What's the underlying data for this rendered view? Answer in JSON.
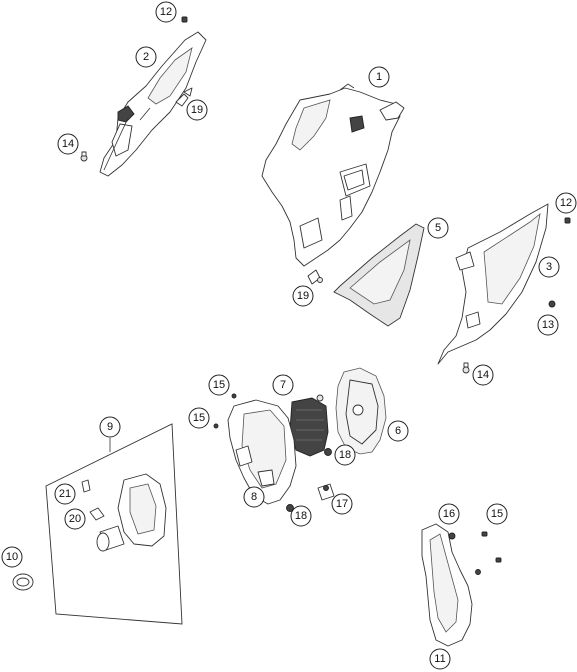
{
  "diagram": {
    "callouts": [
      {
        "id": "c12a",
        "label": "12"
      },
      {
        "id": "c2",
        "label": "2"
      },
      {
        "id": "c19a",
        "label": "19"
      },
      {
        "id": "c14a",
        "label": "14"
      },
      {
        "id": "c1",
        "label": "1"
      },
      {
        "id": "c12b",
        "label": "12"
      },
      {
        "id": "c5",
        "label": "5"
      },
      {
        "id": "c3",
        "label": "3"
      },
      {
        "id": "c19b",
        "label": "19"
      },
      {
        "id": "c13",
        "label": "13"
      },
      {
        "id": "c14b",
        "label": "14"
      },
      {
        "id": "c15a",
        "label": "15"
      },
      {
        "id": "c7",
        "label": "7"
      },
      {
        "id": "c15b",
        "label": "15"
      },
      {
        "id": "c6",
        "label": "6"
      },
      {
        "id": "c9",
        "label": "9"
      },
      {
        "id": "c18a",
        "label": "18"
      },
      {
        "id": "c21",
        "label": "21"
      },
      {
        "id": "c8",
        "label": "8"
      },
      {
        "id": "c17",
        "label": "17"
      },
      {
        "id": "c20",
        "label": "20"
      },
      {
        "id": "c18b",
        "label": "18"
      },
      {
        "id": "c16",
        "label": "16"
      },
      {
        "id": "c15c",
        "label": "15"
      },
      {
        "id": "c10",
        "label": "10"
      },
      {
        "id": "c11",
        "label": "11"
      }
    ]
  }
}
